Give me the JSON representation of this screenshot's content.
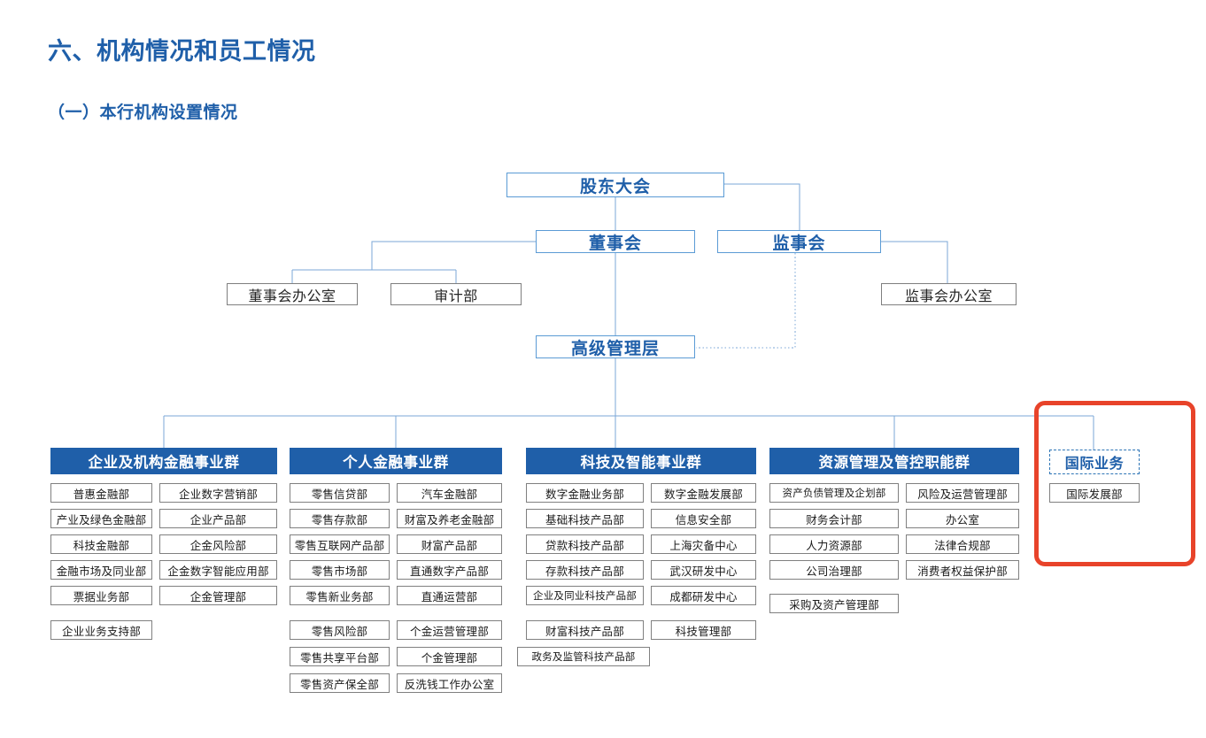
{
  "headings": {
    "main": "六、机构情况和员工情况",
    "sub": "（一）本行机构设置情况"
  },
  "colors": {
    "heading_blue": "#1F5FA9",
    "group_header_blue": "#1F5FA9",
    "top_node_border": "#5B9BD5",
    "office_node_border": "#7F7F7F",
    "dept_border": "#808080",
    "connector_blue": "#7BA7D7",
    "highlight_red": "#E8432A",
    "dashed_header_border": "#2E75B6"
  },
  "chart_data": {
    "type": "diagram",
    "title": "本行机构设置情况",
    "top_nodes": [
      {
        "id": "shareholders",
        "label": "股东大会"
      },
      {
        "id": "board",
        "label": "董事会"
      },
      {
        "id": "supervisors",
        "label": "监事会"
      },
      {
        "id": "senior_mgmt",
        "label": "高级管理层"
      }
    ],
    "office_nodes": [
      {
        "id": "board-office",
        "label": "董事会办公室"
      },
      {
        "id": "audit",
        "label": "审计部"
      },
      {
        "id": "supervisors-office",
        "label": "监事会办公室"
      }
    ],
    "groups": [
      {
        "id": "corporate",
        "header": "企业及机构金融事业群",
        "style": "solid",
        "departments": [
          [
            "普惠金融部",
            "企业数字营销部"
          ],
          [
            "产业及绿色金融部",
            "企业产品部"
          ],
          [
            "科技金融部",
            "企金风险部"
          ],
          [
            "金融市场及同业部",
            "企金数字智能应用部"
          ],
          [
            "票据业务部",
            "企金管理部"
          ],
          [
            "企业业务支持部",
            ""
          ]
        ]
      },
      {
        "id": "personal",
        "header": "个人金融事业群",
        "style": "solid",
        "departments": [
          [
            "零售信贷部",
            "汽车金融部"
          ],
          [
            "零售存款部",
            "财富及养老金融部"
          ],
          [
            "零售互联网产品部",
            "财富产品部"
          ],
          [
            "零售市场部",
            "直通数字产品部"
          ],
          [
            "零售新业务部",
            "直通运营部"
          ],
          [
            "零售风险部",
            "个金运营管理部"
          ],
          [
            "零售共享平台部",
            "个金管理部"
          ],
          [
            "零售资产保全部",
            "反洗钱工作办公室"
          ]
        ]
      },
      {
        "id": "technology",
        "header": "科技及智能事业群",
        "style": "solid",
        "departments": [
          [
            "数字金融业务部",
            "数字金融发展部"
          ],
          [
            "基础科技产品部",
            "信息安全部"
          ],
          [
            "贷款科技产品部",
            "上海灾备中心"
          ],
          [
            "存款科技产品部",
            "武汉研发中心"
          ],
          [
            "企业及同业科技产品部",
            "成都研发中心"
          ],
          [
            "财富科技产品部",
            "科技管理部"
          ],
          [
            "政务及监管科技产品部",
            ""
          ]
        ]
      },
      {
        "id": "resource",
        "header": "资源管理及管控职能群",
        "style": "solid",
        "departments": [
          [
            "资产负债管理及企划部",
            "风险及运营管理部"
          ],
          [
            "财务会计部",
            "办公室"
          ],
          [
            "人力资源部",
            "法律合规部"
          ],
          [
            "公司治理部",
            "消费者权益保护部"
          ],
          [
            "采购及资产管理部",
            ""
          ]
        ]
      },
      {
        "id": "international",
        "header": "国际业务",
        "style": "dashed",
        "highlighted": true,
        "departments": [
          [
            "国际发展部",
            ""
          ]
        ]
      }
    ]
  },
  "annotation": {
    "highlight_label": "international-business-highlight"
  }
}
